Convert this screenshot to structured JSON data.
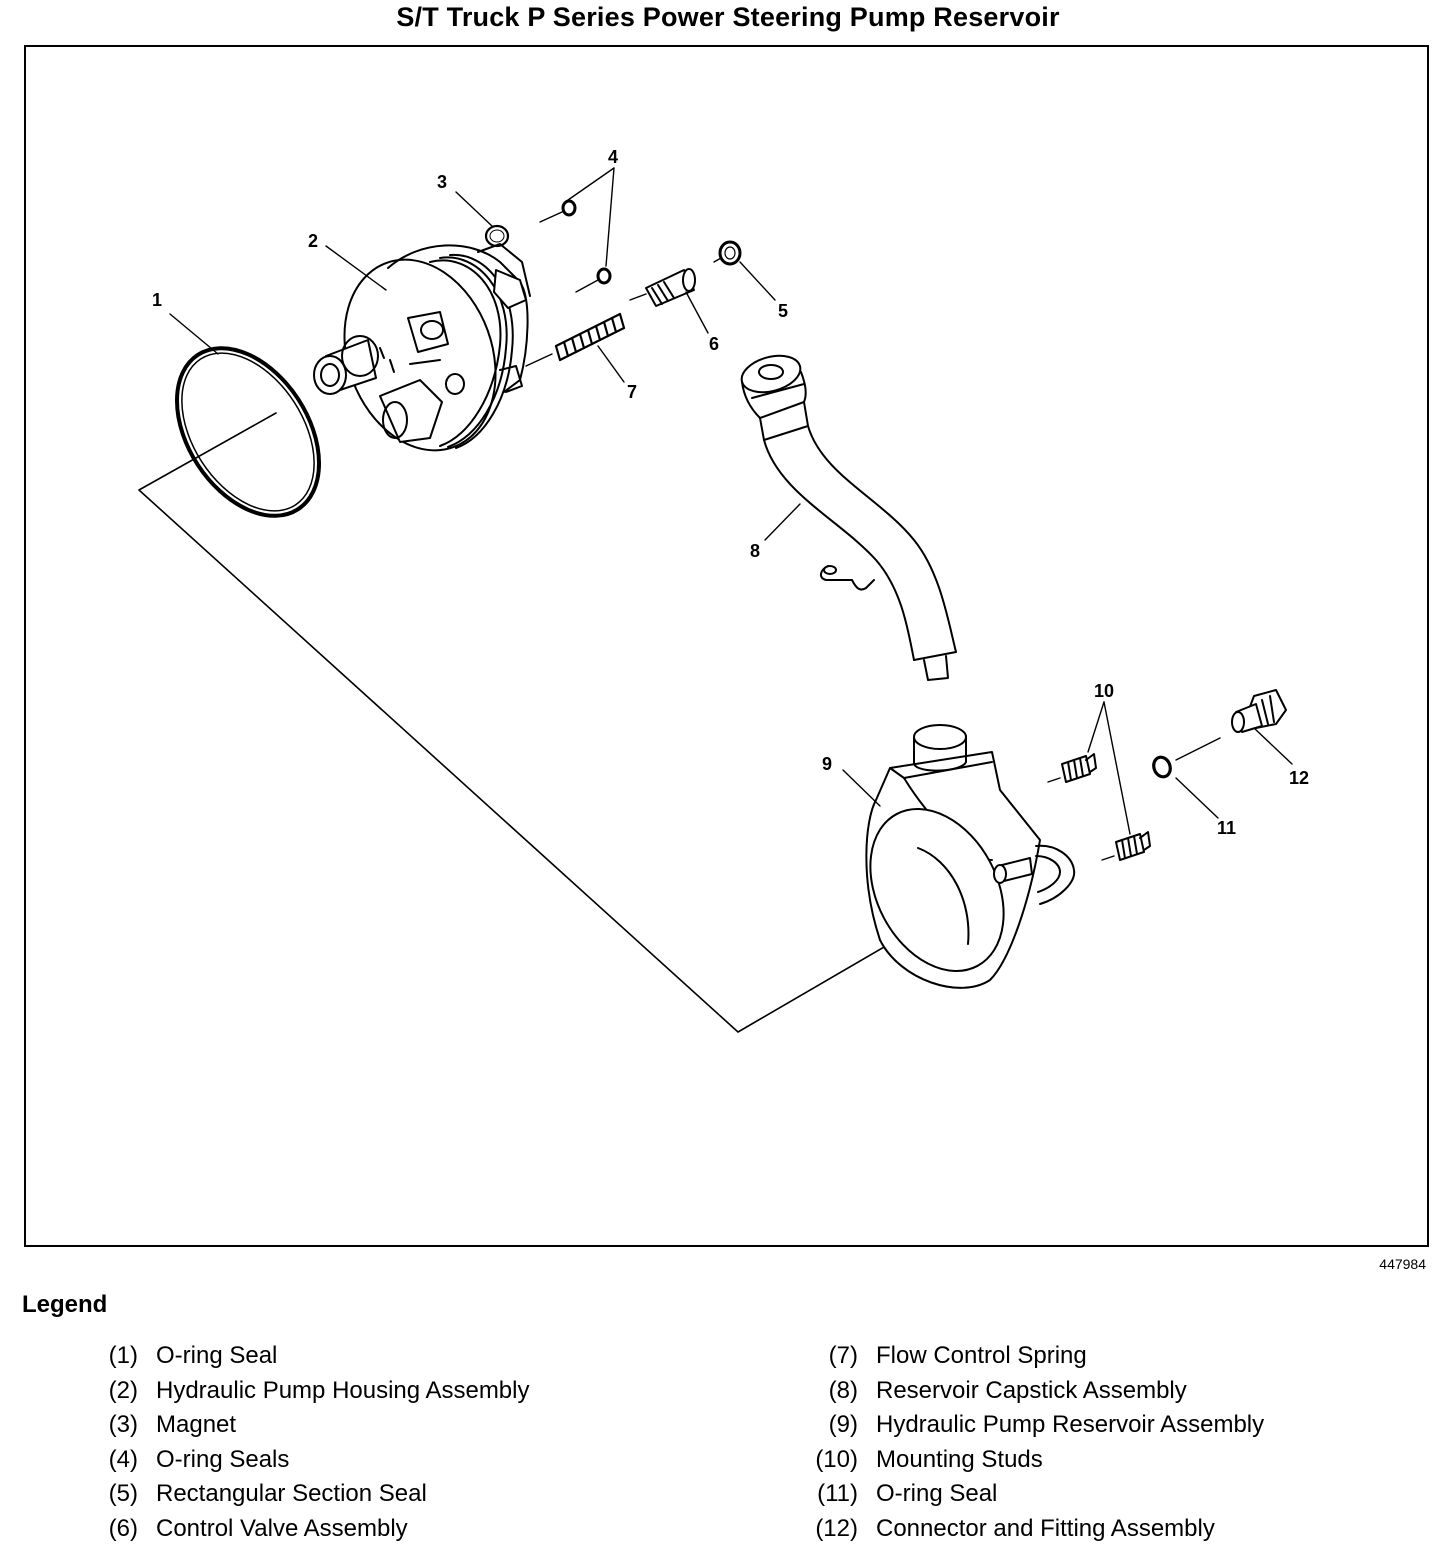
{
  "title": "S/T Truck P Series Power Steering Pump Reservoir",
  "figure_id": "447984",
  "legend": {
    "heading": "Legend",
    "items": [
      {
        "num": "(1)",
        "label": "O-ring Seal"
      },
      {
        "num": "(2)",
        "label": "Hydraulic Pump Housing Assembly"
      },
      {
        "num": "(3)",
        "label": "Magnet"
      },
      {
        "num": "(4)",
        "label": "O-ring Seals"
      },
      {
        "num": "(5)",
        "label": "Rectangular Section Seal"
      },
      {
        "num": "(6)",
        "label": "Control Valve Assembly"
      },
      {
        "num": "(7)",
        "label": "Flow Control Spring"
      },
      {
        "num": "(8)",
        "label": "Reservoir Capstick Assembly"
      },
      {
        "num": "(9)",
        "label": "Hydraulic Pump Reservoir Assembly"
      },
      {
        "num": "(10)",
        "label": "Mounting Studs"
      },
      {
        "num": "(11)",
        "label": "O-ring Seal"
      },
      {
        "num": "(12)",
        "label": "Connector and Fitting Assembly"
      }
    ]
  },
  "callouts": {
    "c1": "1",
    "c2": "2",
    "c3": "3",
    "c4": "4",
    "c5": "5",
    "c6": "6",
    "c7": "7",
    "c8": "8",
    "c9": "9",
    "c10": "10",
    "c11": "11",
    "c12": "12"
  }
}
